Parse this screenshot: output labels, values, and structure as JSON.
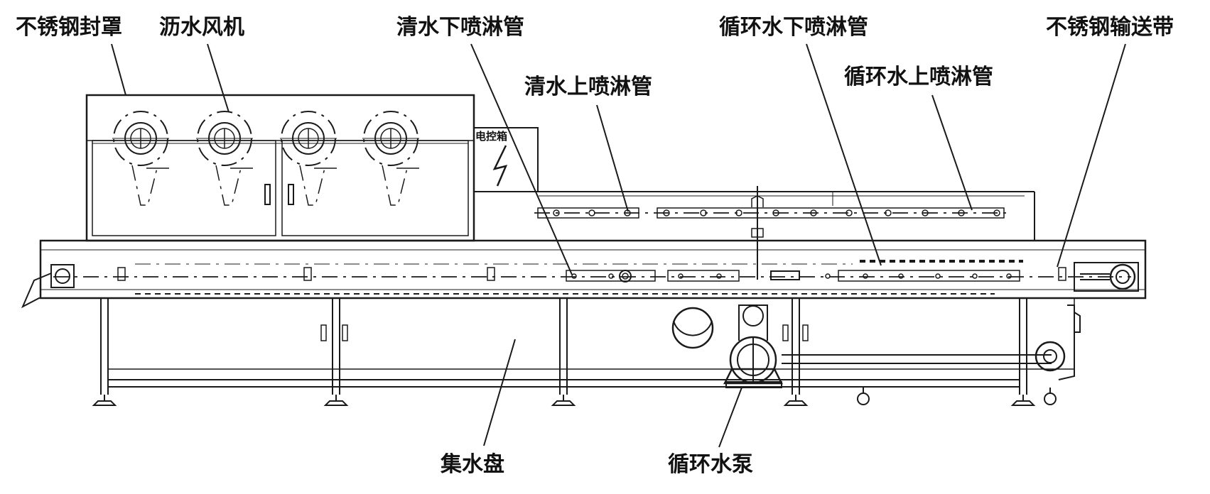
{
  "labels": {
    "cover": "不锈钢封罩",
    "fan": "沥水风机",
    "clean_lower": "清水下喷淋管",
    "clean_upper": "清水上喷淋管",
    "recirc_lower": "循环水下喷淋管",
    "recirc_upper": "循环水上喷淋管",
    "belt": "不锈钢输送带",
    "tray": "集水盘",
    "pump": "循环水泵",
    "control_box": "电控箱"
  }
}
